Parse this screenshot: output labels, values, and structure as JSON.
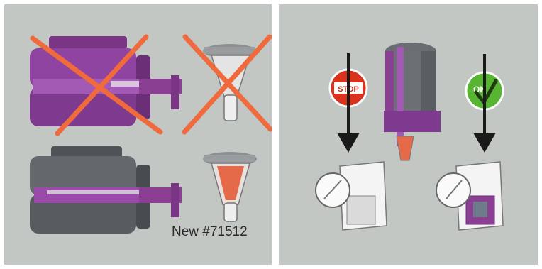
{
  "left_panel": {
    "caption": "New #71512"
  },
  "right_panel": {
    "stop_sign_text": "STOP",
    "ok_sign_text": "OK",
    "colors": {
      "stop": "#d9321f",
      "ok": "#58b531",
      "purple": "#8b3f92"
    }
  },
  "colors": {
    "background": "#c2c7c4",
    "cross": "#ef6a3c",
    "gray_cartridge": "#5e6266"
  }
}
